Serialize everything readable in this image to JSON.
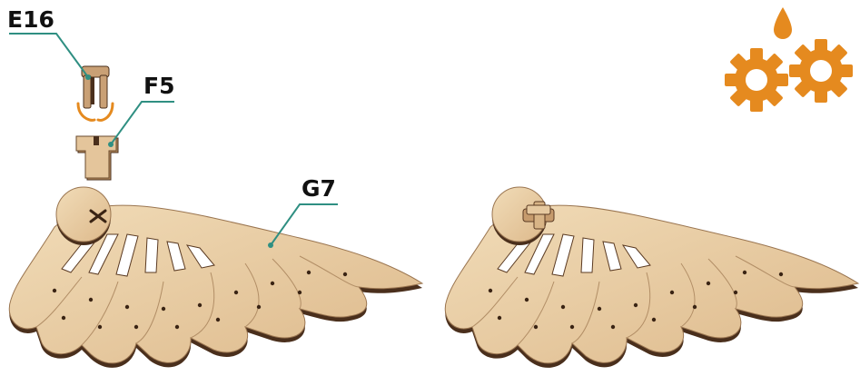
{
  "labels": {
    "part_e": "E16",
    "part_f": "F5",
    "part_g": "G7"
  },
  "icons": {
    "maintenance": "oil-drop-and-gears-icon",
    "rotate_hint": "rotate-arrows-icon"
  },
  "colors": {
    "wood": "#e6c9a0",
    "wood_edge": "#5a3a22",
    "leader": "#2f8f82",
    "accent": "#e58a1f",
    "label": "#111111"
  }
}
